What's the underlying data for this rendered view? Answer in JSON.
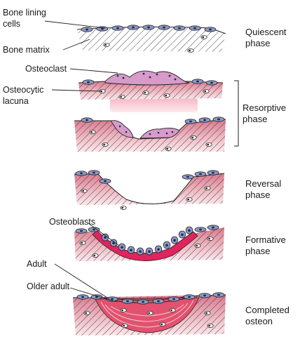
{
  "labels": {
    "bone_lining_cells_1": "Bone lining",
    "bone_lining_cells_2": "cells",
    "bone_matrix": "Bone matrix",
    "osteoclast": "Osteoclast",
    "osteocytic_lacuna_1": "Osteocytic",
    "osteocytic_lacuna_2": "lacuna",
    "osteoblasts": "Osteoblasts",
    "adult": "Adult",
    "older_adult": "Older adult"
  },
  "phases": {
    "quiescent_1": "Quiescent",
    "quiescent_2": "phase",
    "resorptive_1": "Resorptive",
    "resorptive_2": "phase",
    "reversal_1": "Reversal",
    "reversal_2": "phase",
    "formative_1": "Formative",
    "formative_2": "phase",
    "completed_1": "Completed",
    "completed_2": "osteon"
  },
  "colors": {
    "bone_pink": "#e7a9b4",
    "bone_pink_light": "#f7dbe0",
    "lining_cell_blue": "#8f9ac4",
    "osteoclast_mauve": "#d79ac9",
    "new_osteoid_red": "#e0245e",
    "lamella_red": "#e2526f",
    "outline": "#222222"
  }
}
